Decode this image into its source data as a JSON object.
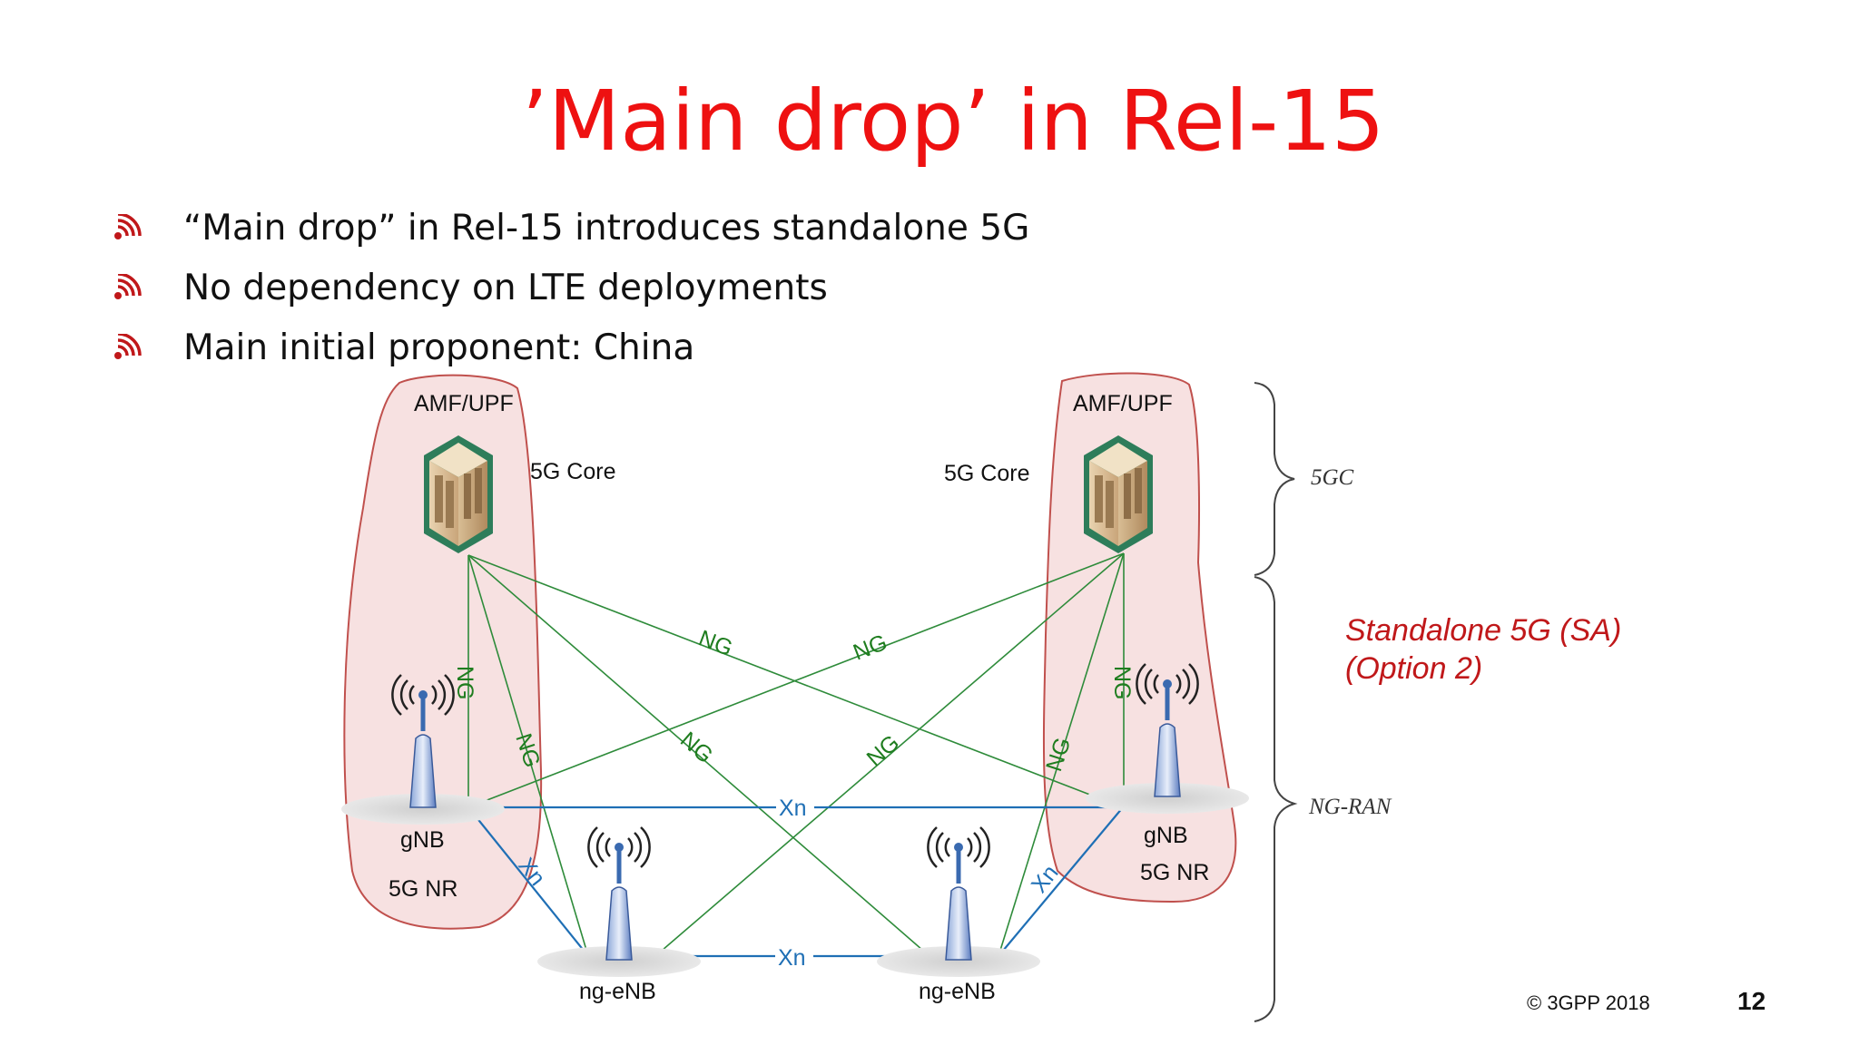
{
  "slide": {
    "title": "’Main drop’ in Rel-15",
    "bullets": [
      "“Main drop” in Rel-15 introduces standalone 5G",
      "No dependency on LTE deployments",
      "Main initial proponent: China"
    ],
    "copyright": "© 3GPP 2018",
    "page_number": "12"
  },
  "diagram": {
    "left_core": {
      "top_label": "AMF/UPF",
      "side_label": "5G Core"
    },
    "right_core": {
      "top_label": "AMF/UPF",
      "side_label": "5G Core"
    },
    "left_gnb": {
      "label": "gNB",
      "sub_label": "5G NR"
    },
    "right_gnb": {
      "label": "gNB",
      "sub_label": "5G NR"
    },
    "left_ngenb": {
      "label": "ng-eNB"
    },
    "right_ngenb": {
      "label": "ng-eNB"
    },
    "interfaces": {
      "ng": "NG",
      "xn": "Xn"
    },
    "braces": {
      "core": "5GC",
      "ran": "NG-RAN"
    },
    "mode_label_line1": "Standalone 5G (SA)",
    "mode_label_line2": "(Option 2)"
  },
  "colors": {
    "title": "#ee1111",
    "ng_link": "#2e8b3a",
    "ng_text": "#1f7d1f",
    "xn_link": "#1f6fb5",
    "zone_fill": "#f6dede",
    "zone_stroke": "#c0504d",
    "sa_label": "#c0181a"
  }
}
